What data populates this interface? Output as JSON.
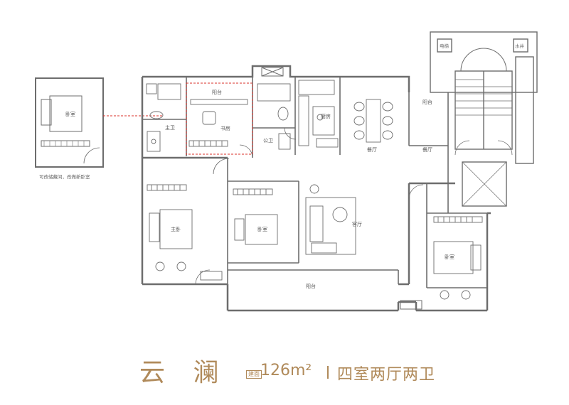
{
  "plan": {
    "name": "云 澜",
    "area_tag": "建面",
    "area_value": "126m²",
    "layout": "四室两厅两卫",
    "option_note": "可改储藏间，改做新卧室",
    "rooms": {
      "balcony_top": "阳台",
      "study": "书房",
      "bathroom_master": "主卫",
      "bathroom_public": "公卫",
      "kitchen": "厨房",
      "dining": "餐厅",
      "dining_2": "餐厅",
      "balcony_right": "阳台",
      "master_bedroom": "主卧",
      "bedroom_mid": "卧室",
      "living": "客厅",
      "bedroom_right": "卧室",
      "balcony_bottom": "阳台",
      "option_bedroom": "卧室",
      "stair_tag_left": "电梯",
      "stair_tag_right": "水井"
    },
    "colors": {
      "wall": "#6d6d6d",
      "accent": "#b08a5a",
      "dashed_red": "#d9302a"
    }
  }
}
